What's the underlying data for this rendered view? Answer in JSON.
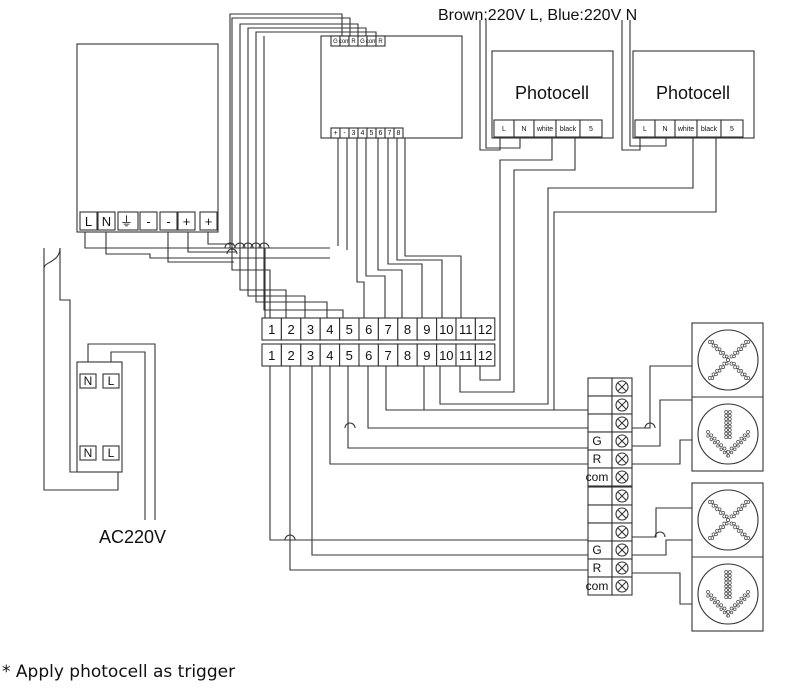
{
  "header": {
    "supply_label": "Brown:220V L, Blue:220V N"
  },
  "power_supply": {
    "terminals": [
      "L",
      "N",
      "⏚",
      "-",
      "-",
      "+",
      "+"
    ]
  },
  "controller": {
    "top_terminals": [
      "G",
      "com",
      "R",
      "G",
      "com",
      "R"
    ],
    "bottom_terminals": [
      "+",
      "-",
      "3",
      "4",
      "5",
      "6",
      "7",
      "8"
    ]
  },
  "photocells": [
    {
      "title": "Photocell",
      "terminals": [
        "L",
        "N",
        "white",
        "black",
        "5"
      ]
    },
    {
      "title": "Photocell",
      "terminals": [
        "L",
        "N",
        "white",
        "black",
        "5"
      ]
    }
  ],
  "terminal_block": {
    "numbers": [
      "1",
      "2",
      "3",
      "4",
      "5",
      "6",
      "7",
      "8",
      "9",
      "10",
      "11",
      "12"
    ]
  },
  "breaker": {
    "top": [
      "N",
      "L"
    ],
    "bottom": [
      "N",
      "L"
    ]
  },
  "ac_label": "AC220V",
  "signal_terminals": [
    "G",
    "R",
    "com"
  ],
  "lamp_icons": [
    "cross-lamp-icon",
    "arrow-lamp-icon"
  ],
  "footnote": "* Apply photocell as trigger"
}
